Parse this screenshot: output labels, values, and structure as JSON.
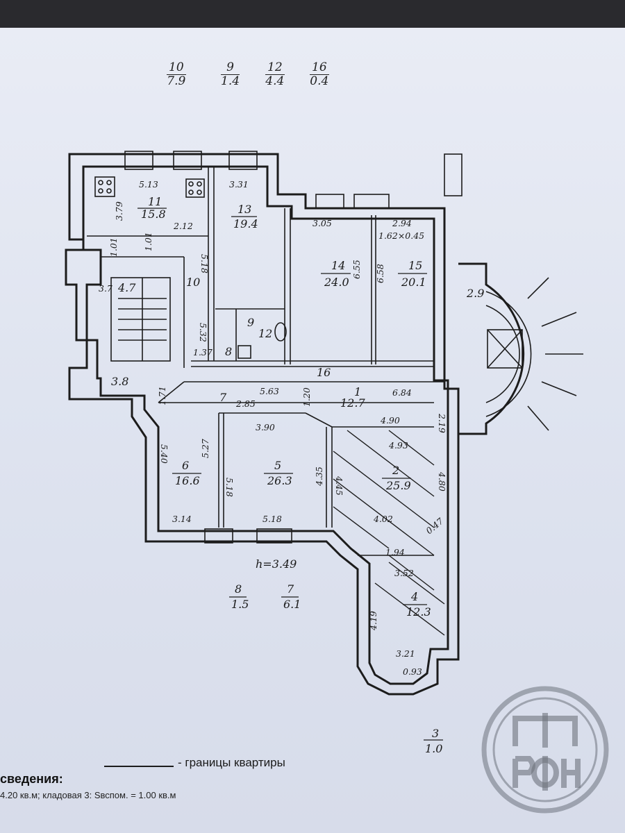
{
  "top_fractions": [
    {
      "room": "10",
      "area": "7.9"
    },
    {
      "room": "9",
      "area": "1.4"
    },
    {
      "room": "12",
      "area": "4.4"
    },
    {
      "room": "16",
      "area": "0.4"
    }
  ],
  "rooms": {
    "r11": {
      "num": "11",
      "area": "15.8"
    },
    "r13": {
      "num": "13",
      "area": "19.4"
    },
    "r14": {
      "num": "14",
      "area": "24.0"
    },
    "r15": {
      "num": "15",
      "area": "20.1"
    },
    "r6": {
      "num": "6",
      "area": "16.6"
    },
    "r5": {
      "num": "5",
      "area": "26.3"
    },
    "r2": {
      "num": "2",
      "area": "25.9"
    },
    "r4": {
      "num": "4",
      "area": "12.3"
    },
    "r1": {
      "num": "1",
      "area": "12.7"
    }
  },
  "room_labels": {
    "r10": "10",
    "r9": "9",
    "r12": "12",
    "r16": "16",
    "r7": "7",
    "r8": "8"
  },
  "dims": {
    "d_5_13": "5.13",
    "d_3_79": "3.79",
    "d_2_12": "2.12",
    "d_1_01a": "1.01",
    "d_1_01b": "1.01",
    "d_3_31": "3.31",
    "d_5_18": "5.18",
    "d_3_05": "3.05",
    "d_2_94": "2.94",
    "d_1_62": "1.62×0.45",
    "d_6_55": "6.55",
    "d_6_58": "6.58",
    "d_5_32": "5.32",
    "d_1_37": "1.37",
    "d_3_7": "3.7",
    "d_4_7": "4.7",
    "d_3_8": "3.8",
    "d_2_9": "2.9",
    "d_5_63": "5.63",
    "d_2_85": "2.85",
    "d_1_20": "1.20",
    "d_6_84": "6.84",
    "d_1_71": "1.71",
    "d_3_90": "3.90",
    "d_4_90": "4.90",
    "d_4_93": "4.93",
    "d_2_19": "2.19",
    "d_5_40": "5.40",
    "d_5_27": "5.27",
    "d_5_18b": "5.18",
    "d_4_35": "4.35",
    "d_4_45": "4.45",
    "d_4_80": "4.80",
    "d_3_14": "3.14",
    "d_5_18c": "5.18",
    "d_4_02": "4.02",
    "d_1_94": "1.94",
    "d_3_52": "3.52",
    "d_4_19": "4.19",
    "d_3_21": "3.21",
    "d_0_93": "0.93",
    "d_0_47": "0.47",
    "height": "h=3.49"
  },
  "bottom_fractions": [
    {
      "room": "8",
      "area": "1.5"
    },
    {
      "room": "7",
      "area": "6.1"
    }
  ],
  "storage_fraction": {
    "room": "3",
    "area": "1.0"
  },
  "legend": {
    "text": "- границы квартиры"
  },
  "info": {
    "title": "сведения:",
    "text": "4.20 кв.м; кладовая 3: Sвспом. = 1.00 кв.м"
  },
  "stamp": {
    "letters": "ГТФН"
  }
}
